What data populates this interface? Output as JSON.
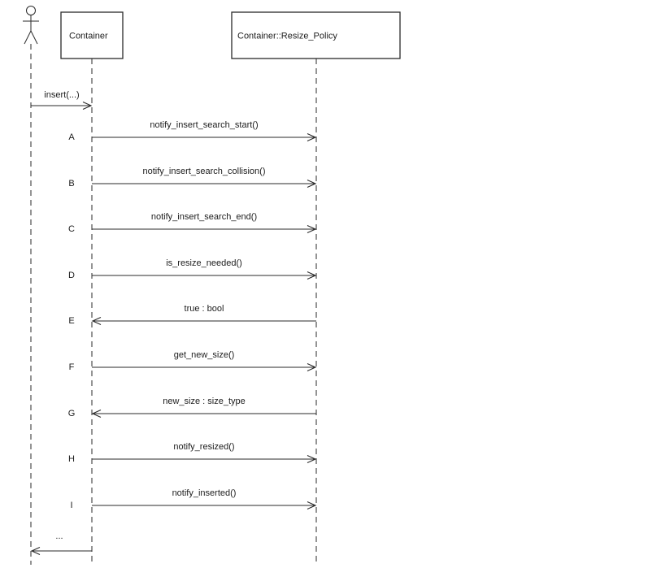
{
  "diagram": {
    "type": "uml-sequence",
    "colors": {
      "background": "#ffffff",
      "line": "#2a2a2a",
      "text": "#1c1c1c"
    },
    "actor": {
      "name": "actor-stick-figure"
    },
    "lifelines": [
      {
        "label": "Container"
      },
      {
        "label": "Container::Resize_Policy"
      }
    ],
    "initial_message": {
      "label": "insert(...)",
      "from": "actor",
      "to": "Container",
      "direction": "right"
    },
    "messages": [
      {
        "letter": "A",
        "label": "notify_insert_search_start()",
        "from": "Container",
        "to": "Container::Resize_Policy",
        "direction": "right"
      },
      {
        "letter": "B",
        "label": "notify_insert_search_collision()",
        "from": "Container",
        "to": "Container::Resize_Policy",
        "direction": "right"
      },
      {
        "letter": "C",
        "label": "notify_insert_search_end()",
        "from": "Container",
        "to": "Container::Resize_Policy",
        "direction": "right"
      },
      {
        "letter": "D",
        "label": "is_resize_needed()",
        "from": "Container",
        "to": "Container::Resize_Policy",
        "direction": "right"
      },
      {
        "letter": "E",
        "label_bold_1": "true",
        "label_sep": " : ",
        "label_bold_2": "bool",
        "from": "Container::Resize_Policy",
        "to": "Container",
        "direction": "left"
      },
      {
        "letter": "F",
        "label": "get_new_size()",
        "from": "Container",
        "to": "Container::Resize_Policy",
        "direction": "right"
      },
      {
        "letter": "G",
        "label": "new_size : size_type",
        "from": "Container::Resize_Policy",
        "to": "Container",
        "direction": "left"
      },
      {
        "letter": "H",
        "label": "notify_resized()",
        "from": "Container",
        "to": "Container::Resize_Policy",
        "direction": "right"
      },
      {
        "letter": "I",
        "label": "notify_inserted()",
        "from": "Container",
        "to": "Container::Resize_Policy",
        "direction": "right"
      }
    ],
    "final_message": {
      "label": "...",
      "from": "Container",
      "to": "actor",
      "direction": "left"
    }
  }
}
